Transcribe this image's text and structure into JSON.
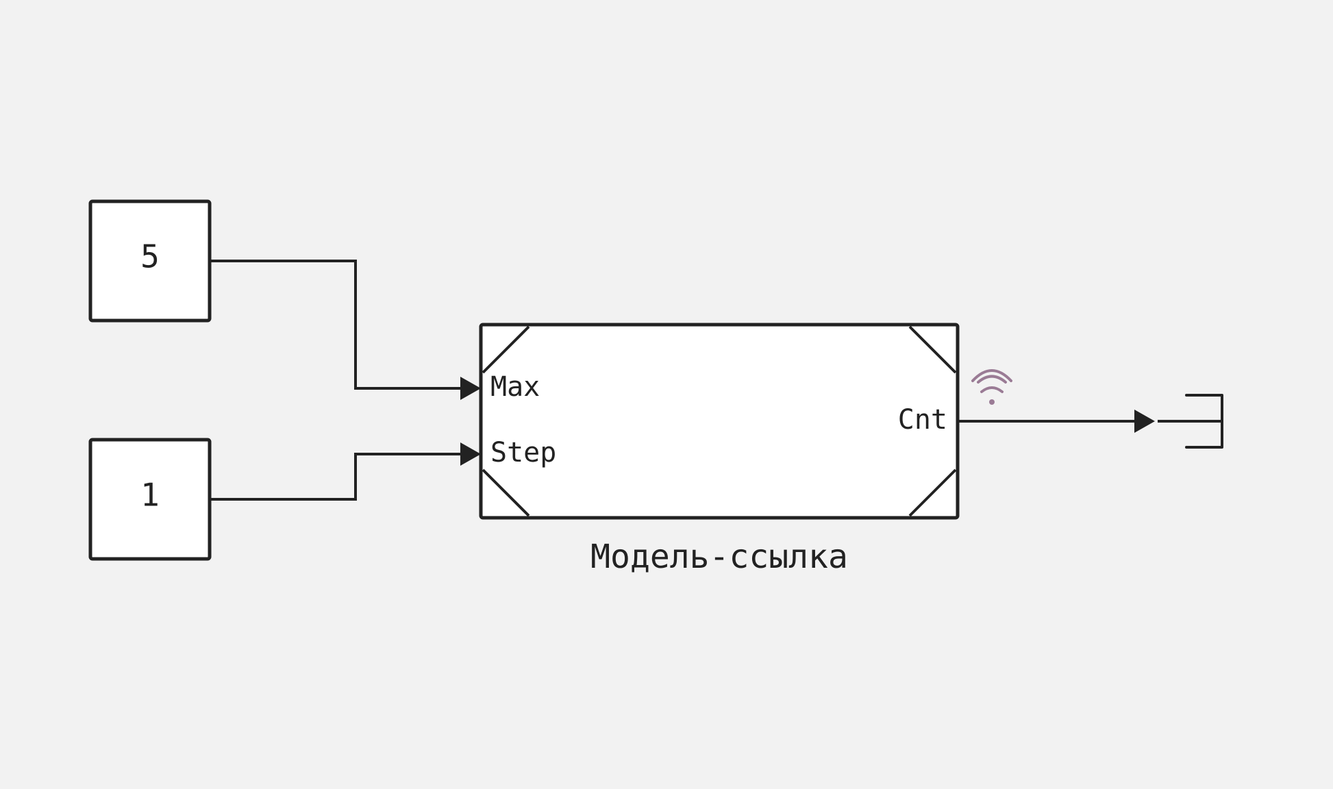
{
  "canvas": {
    "background": "#f2f2f2"
  },
  "blocks": {
    "const_max": {
      "value": "5"
    },
    "const_step": {
      "value": "1"
    },
    "model_ref": {
      "name": "Модель-ссылка",
      "inputs": [
        "Max",
        "Step"
      ],
      "outputs": [
        "Cnt"
      ]
    },
    "terminator": {}
  },
  "signals": {
    "logging_icon": "signal-logging-icon",
    "logging_color": "#9a7b95"
  },
  "colors": {
    "line": "#222222",
    "block_fill": "#ffffff"
  }
}
